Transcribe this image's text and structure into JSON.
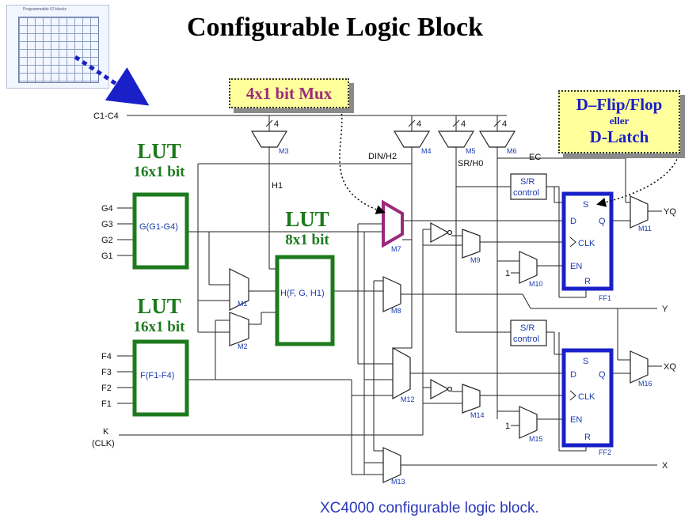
{
  "title": "Configurable Logic Block",
  "caption": "XC4000 configurable logic block.",
  "thumbnail": {
    "header": "Programmable IO blocks"
  },
  "callouts": {
    "mux": "4x1 bit Mux",
    "ff_line1": "D–Flip/Flop",
    "ff_line2": "eller",
    "ff_line3": "D-Latch"
  },
  "luts": {
    "g": {
      "heading": "LUT",
      "size": "16x1 bit",
      "block": "G(G1-G4)"
    },
    "h": {
      "heading": "LUT",
      "size": "8x1 bit",
      "block": "H(F, G, H1)"
    },
    "f": {
      "heading": "LUT",
      "size": "16x1 bit",
      "block": "F(F1-F4)"
    }
  },
  "inputs": {
    "c": "C1-C4",
    "g4": "G4",
    "g3": "G3",
    "g2": "G2",
    "g1": "G1",
    "f4": "F4",
    "f3": "F3",
    "f2": "F2",
    "f1": "F1",
    "k": "K",
    "clk": "(CLK)",
    "bus_width": "4"
  },
  "signals": {
    "din_h2": "DIN/H2",
    "sr_h0": "SR/H0",
    "ec": "EC",
    "h1": "H1"
  },
  "outputs": {
    "yq": "YQ",
    "y": "Y",
    "xq": "XQ",
    "x": "X"
  },
  "muxes": {
    "m1": "M1",
    "m2": "M2",
    "m3": "M3",
    "m4": "M4",
    "m5": "M5",
    "m6": "M6",
    "m7": "M7",
    "m8": "M8",
    "m9": "M9",
    "m10": "M10",
    "m11": "M11",
    "m12": "M12",
    "m13": "M13",
    "m14": "M14",
    "m15": "M15",
    "m16": "M16"
  },
  "sr_control": {
    "line1": "S/R",
    "line2": "control"
  },
  "flipflops": {
    "ff1": {
      "s": "S",
      "d": "D",
      "q": "Q",
      "clk": "CLK",
      "en": "EN",
      "r": "R",
      "name": "FF1"
    },
    "ff2": {
      "s": "S",
      "d": "D",
      "q": "Q",
      "clk": "CLK",
      "en": "EN",
      "r": "R",
      "name": "FF2"
    }
  },
  "constant_one": "1",
  "colors": {
    "lut": "#1d7a1d",
    "flipflop": "#1a20c8",
    "mux_highlight": "#9c2a7a",
    "callout_bg": "#ffff9c"
  }
}
